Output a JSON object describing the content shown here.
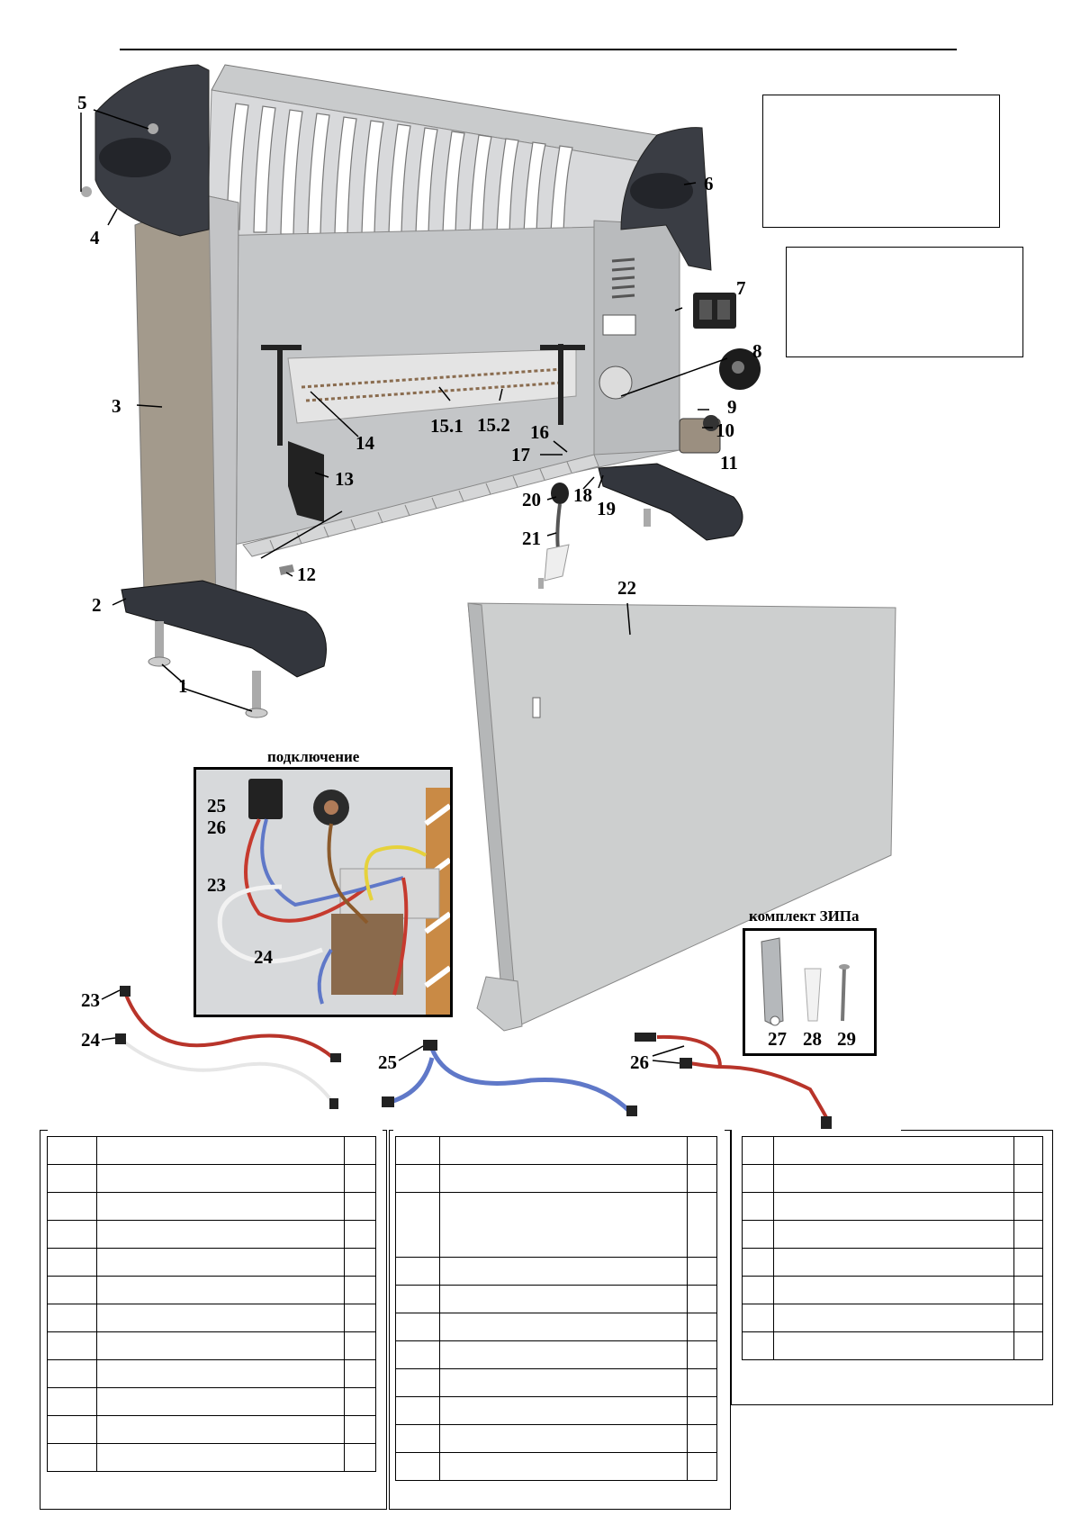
{
  "page": {
    "labels": {
      "l1": "1",
      "l2": "2",
      "l3": "3",
      "l4": "4",
      "l5": "5",
      "l6": "6",
      "l7": "7",
      "l8": "8",
      "l9": "9",
      "l10": "10",
      "l11": "11",
      "l12": "12",
      "l13": "13",
      "l14": "14",
      "l15_1": "15.1",
      "l15_2": "15.2",
      "l16": "16",
      "l17": "17",
      "l18": "18",
      "l19": "19",
      "l20": "20",
      "l21": "21",
      "l22": "22"
    },
    "wiring_inset": {
      "title": "подключение",
      "labels": {
        "l25": "25",
        "l26": "26",
        "l23": "23",
        "l24": "24"
      }
    },
    "spare_kit": {
      "title": "комплект ЗИПа",
      "labels": {
        "l27": "27",
        "l28": "28",
        "l29": "29"
      }
    },
    "loose_wires": {
      "labels": {
        "l23": "23",
        "l24": "24",
        "l25": "25",
        "l26": "26"
      },
      "colors": {
        "red": "#b8342a",
        "white": "#e6e6e6",
        "blue": "#5f78c8"
      }
    },
    "heater_colors": {
      "end_caps": "#3a3d44",
      "side_panel": "#a39a8c",
      "body": "#c4c6c8",
      "front_panel": "#cdcfcf",
      "feet": "#33363d"
    },
    "tables": {
      "col1_rows": 12,
      "col2_rows": 11,
      "col3_rows": 8
    }
  }
}
